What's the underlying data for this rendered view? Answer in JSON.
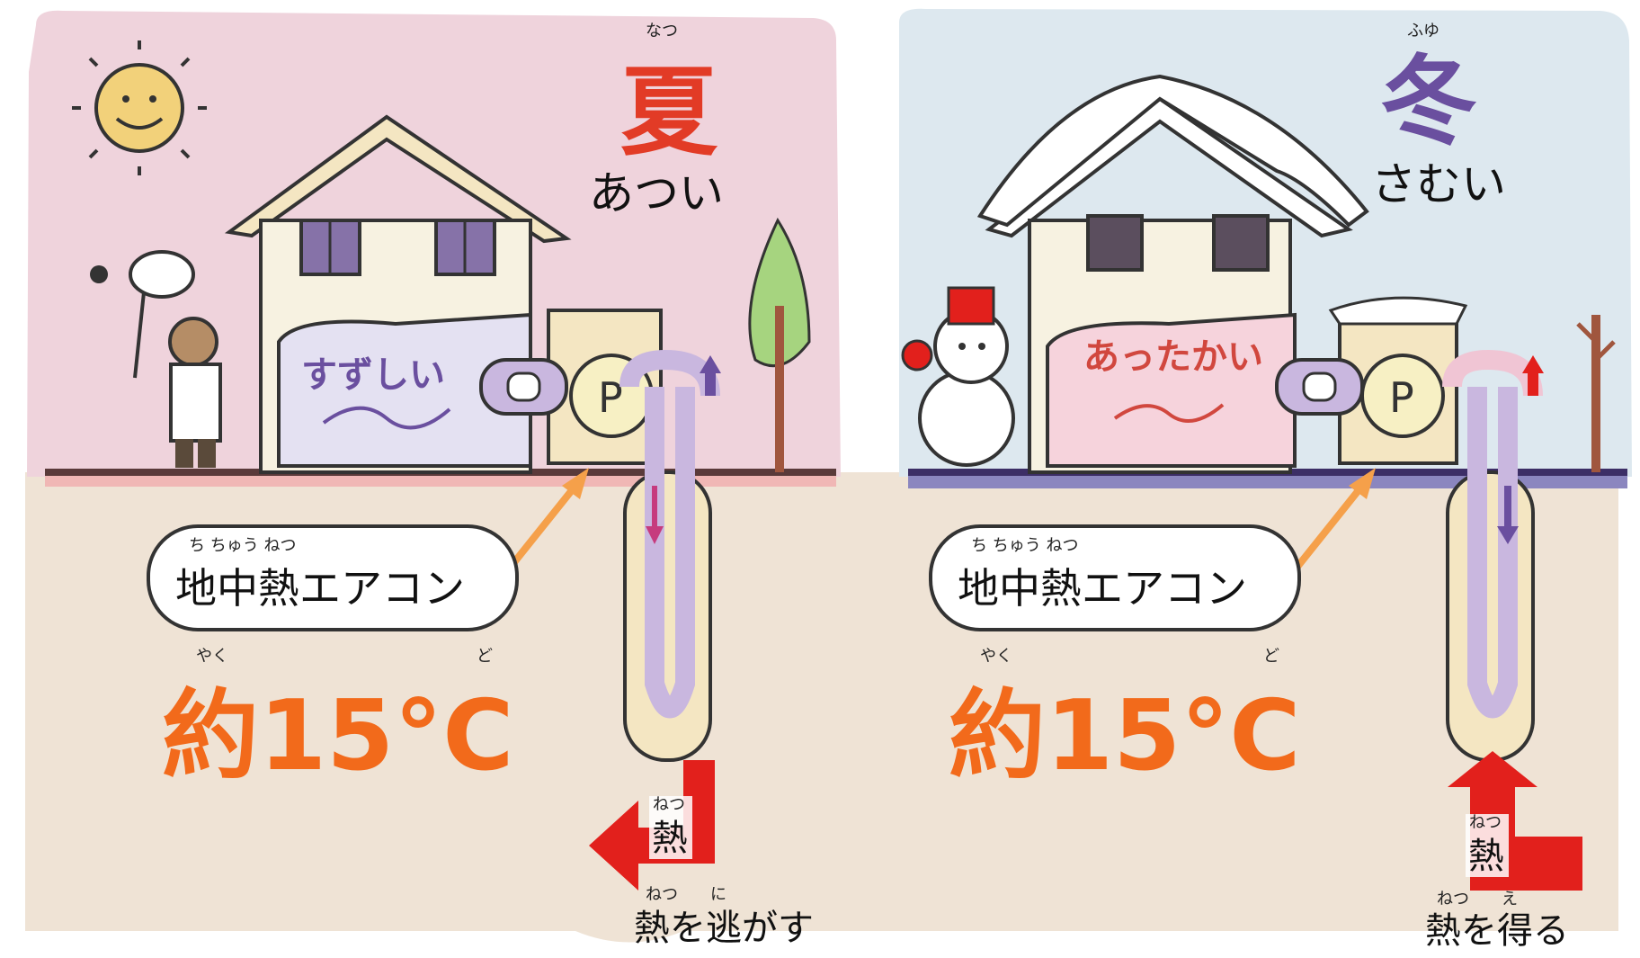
{
  "summer": {
    "season_ruby": "なつ",
    "season": "夏",
    "feeling": "あつい",
    "room_feel": "すずしい",
    "device_ruby": "ち ちゅう ねつ",
    "device_label": "地中熱エアコン",
    "temp_ruby_left": "やく",
    "temp_ruby_right": "ど",
    "temp": "約15°C",
    "heat_word": "熱",
    "heat_ruby": "ねつ",
    "bottom_ruby": "ねつ　　に",
    "bottom_label": "熱を逃がす",
    "colors": {
      "sky": "#efd3dc",
      "season": "#e23b26",
      "arrow": "#c63b7e"
    }
  },
  "winter": {
    "season_ruby": "ふゆ",
    "season": "冬",
    "feeling": "さむい",
    "room_feel": "あったかい",
    "device_ruby": "ち ちゅう ねつ",
    "device_label": "地中熱エアコン",
    "temp_ruby_left": "やく",
    "temp_ruby_right": "ど",
    "temp": "約15°C",
    "heat_word": "熱",
    "heat_ruby": "ねつ",
    "bottom_ruby": "ねつ　　え",
    "bottom_label": "熱を得る",
    "colors": {
      "sky": "#dde8ef",
      "season": "#6a4f9f",
      "arrow": "#d1473e"
    }
  },
  "colors": {
    "ground": "#efe3d5",
    "temp": "#f26a1b",
    "pipe_light": "#c9b7df",
    "pipe_pink": "#f0c5d4",
    "red_arrow": "#e2201c"
  }
}
